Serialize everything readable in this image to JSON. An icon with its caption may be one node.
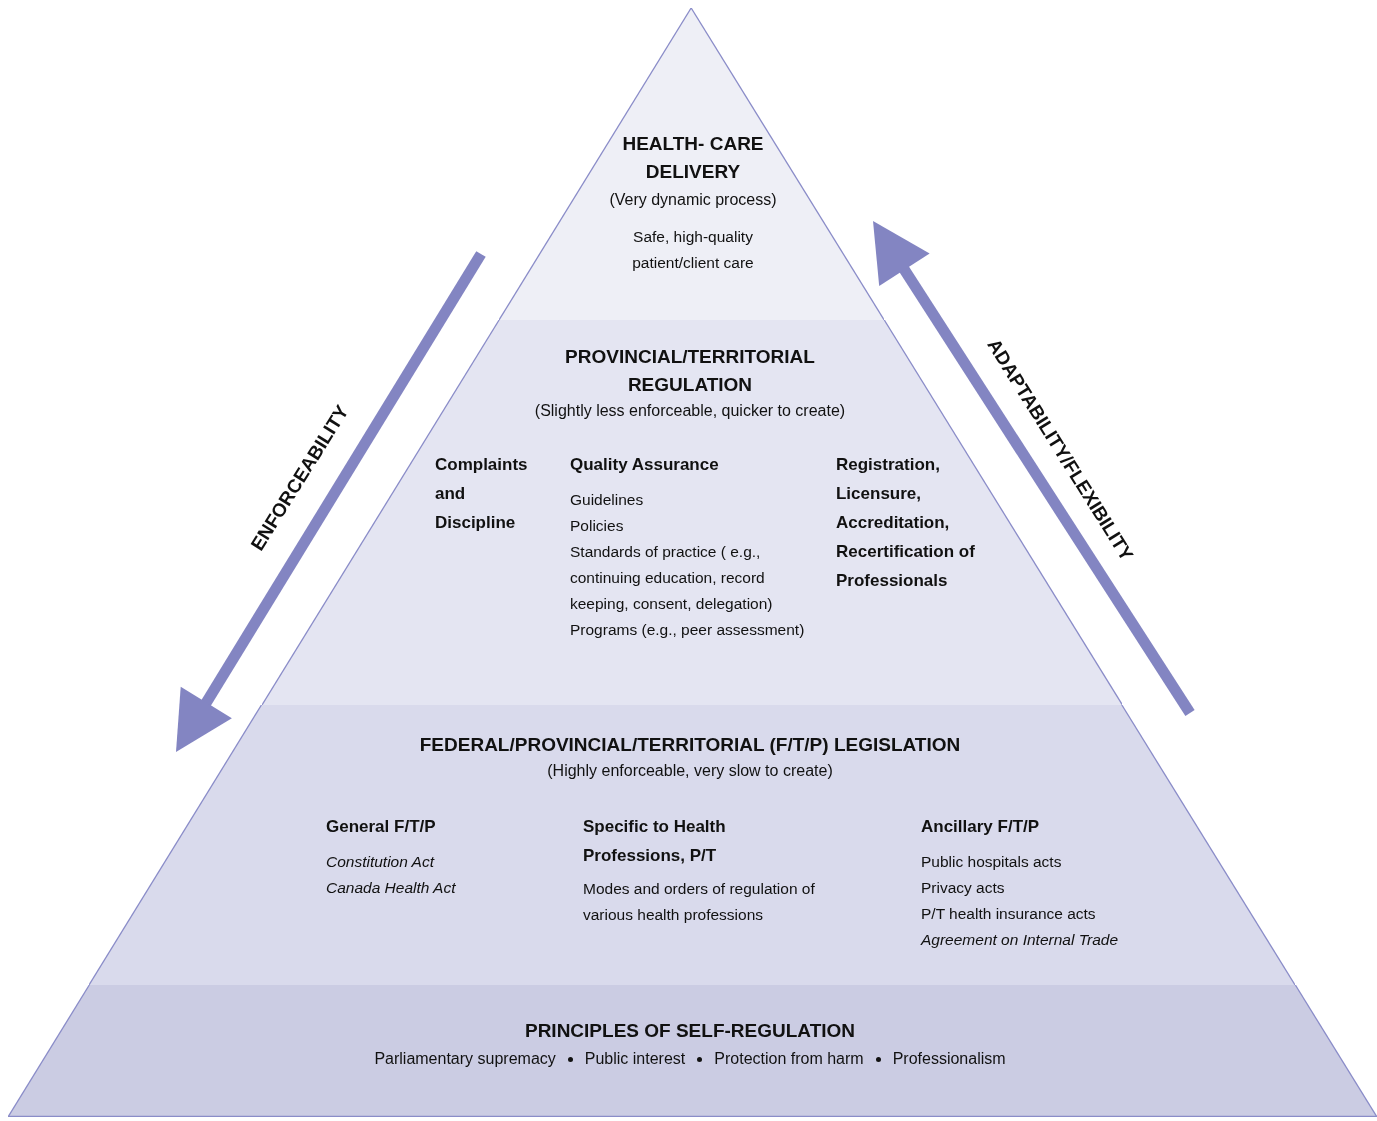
{
  "diagram": {
    "nodes": [
      {
        "text": [
          "HEALTH- CARE DELIVERY",
          "(Very dynamic process)",
          "Safe, high-quality patient/client care"
        ]
      },
      {
        "text": [
          "PROVINCIAL/TERRITORIAL REGULATION",
          "(Slightly less enforceable, quicker to create)"
        ]
      },
      {
        "text": [
          "Complaints and Discipline"
        ],
        "in": 1
      },
      {
        "text": [
          "Quality Assurance",
          "Guidelines",
          "Policies",
          "Standards of practice ( e.g., continuing education, record keeping, consent, delegation)",
          "Programs (e.g., peer assessment)"
        ],
        "in": 1
      },
      {
        "text": [
          "Registration, Licensure, Accreditation, Recertification of Professionals"
        ],
        "in": 1
      },
      {
        "text": [
          "FEDERAL/PROVINCIAL/TERRITORIAL (F/T/P) LEGISLATION",
          "(Highly enforceable, very slow to create)"
        ]
      },
      {
        "text": [
          "General F/T/P",
          "Constitution Act",
          "Canada Health Act"
        ],
        "in": 5
      },
      {
        "text": [
          "Specific to Health Professions, P/T",
          "Modes and orders of regulation of various health professions"
        ],
        "in": 5
      },
      {
        "text": [
          "Ancillary F/T/P",
          "Public hospitals acts",
          "Privacy acts",
          "P/T health insurance acts",
          "Agreement on Internal Trade"
        ],
        "in": 5
      },
      {
        "text": [
          "PRINCIPLES OF SELF-REGULATION",
          "Parliamentary supremacy",
          "Public interest",
          "Protection from harm",
          "Professionalism"
        ]
      }
    ],
    "labels": [
      "ENFORCEABILITY",
      "ADAPTABILITY/FLEXIBILITY"
    ]
  }
}
